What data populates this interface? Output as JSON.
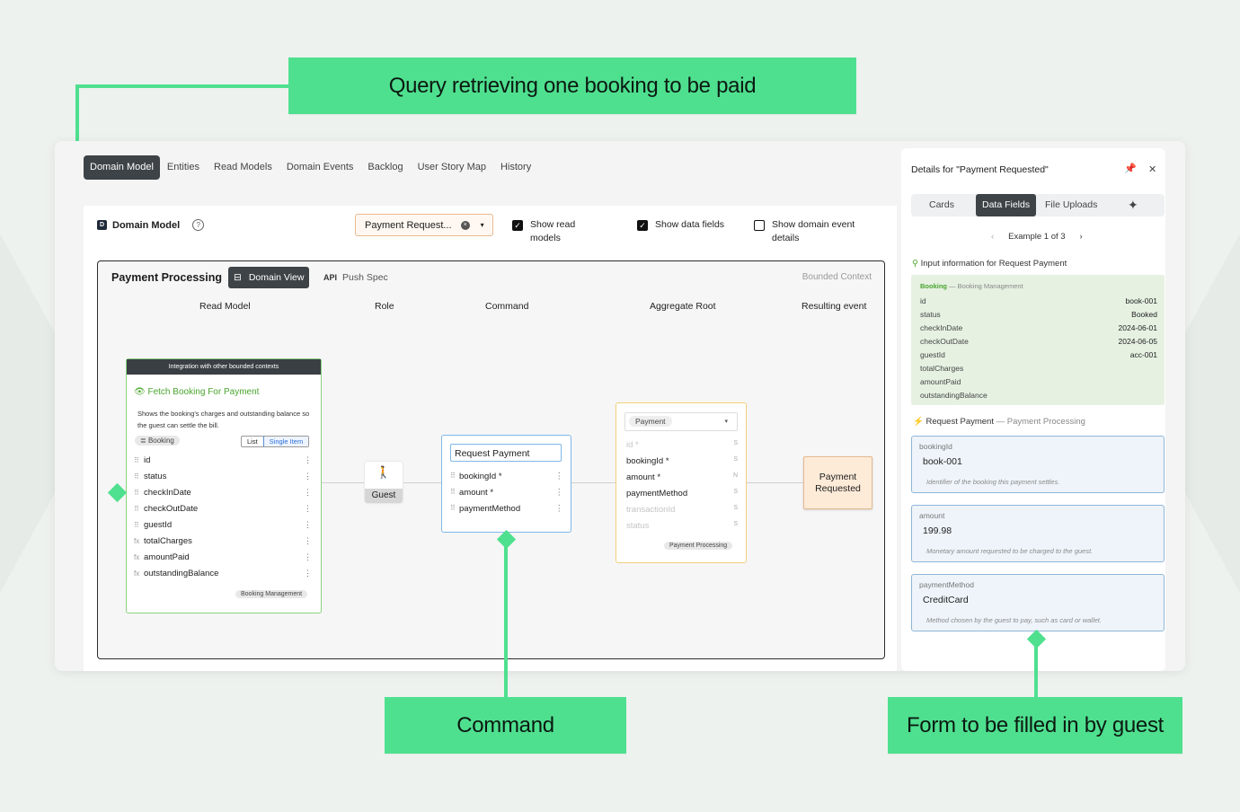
{
  "callouts": {
    "query": "Query retrieving one booking to be paid",
    "command": "Command",
    "form": "Form to be filled in by guest"
  },
  "topTabs": [
    "Domain Model",
    "Entities",
    "Read Models",
    "Domain Events",
    "Backlog",
    "User Story Map",
    "History"
  ],
  "header": {
    "badge": "D",
    "title": "Domain Model",
    "help": "?",
    "select": "Payment Request...",
    "select_clear": "×",
    "select_caret": "▾",
    "checks": [
      {
        "label": "Show read models",
        "checked": true
      },
      {
        "label": "Show data fields",
        "checked": true
      },
      {
        "label": "Show domain event details",
        "checked": false
      }
    ]
  },
  "canvas": {
    "title": "Payment Processing",
    "domainView": "Domain View",
    "apiTag": "API",
    "pushSpec": "Push Spec",
    "boundedContext": "Bounded Context",
    "columns": [
      "Read Model",
      "Role",
      "Command",
      "Aggregate Root",
      "Resulting event"
    ]
  },
  "readModel": {
    "banner": "Integration with other bounded contexts",
    "name": "Fetch Booking For Payment",
    "desc": "Shows the booking's charges and outstanding balance so the guest can settle the bill.",
    "entity": "Booking",
    "segList": "List",
    "segSingle": "Single Item",
    "fields": [
      {
        "h": "⠿",
        "n": "id"
      },
      {
        "h": "⠿",
        "n": "status"
      },
      {
        "h": "⠿",
        "n": "checkInDate"
      },
      {
        "h": "⠿",
        "n": "checkOutDate"
      },
      {
        "h": "⠿",
        "n": "guestId"
      },
      {
        "h": "fx",
        "n": "totalCharges"
      },
      {
        "h": "fx",
        "n": "amountPaid"
      },
      {
        "h": "fx",
        "n": "outstandingBalance"
      }
    ],
    "context": "Booking Management"
  },
  "role": {
    "icon": "🚶",
    "label": "Guest"
  },
  "command": {
    "name": "Request Payment",
    "fields": [
      "bookingId *",
      "amount *",
      "paymentMethod"
    ]
  },
  "aggregate": {
    "entity": "Payment",
    "caret": "▾",
    "fields": [
      {
        "n": "id *",
        "t": "S",
        "dim": true
      },
      {
        "n": "bookingId *",
        "t": "S",
        "dim": false
      },
      {
        "n": "amount *",
        "t": "N",
        "dim": false
      },
      {
        "n": "paymentMethod",
        "t": "S",
        "dim": false
      },
      {
        "n": "transactionId",
        "t": "S",
        "dim": true
      },
      {
        "n": "status",
        "t": "S",
        "dim": true
      }
    ],
    "context": "Payment Processing"
  },
  "event": {
    "name": "Payment Requested"
  },
  "side": {
    "title": "Details for \"Payment Requested\"",
    "pin": "📌",
    "close": "✕",
    "tabs": [
      "Cards",
      "Data Fields",
      "File Uploads"
    ],
    "ai": "✦",
    "example": "Example 1 of 3",
    "prev": "‹",
    "next": "›",
    "inputInfo": "Input information for Request Payment",
    "booking": {
      "title": "Booking",
      "sub": "— Booking Management",
      "rows": [
        {
          "k": "id",
          "v": "book-001"
        },
        {
          "k": "status",
          "v": "Booked"
        },
        {
          "k": "checkInDate",
          "v": "2024-06-01"
        },
        {
          "k": "checkOutDate",
          "v": "2024-06-05"
        },
        {
          "k": "guestId",
          "v": "acc-001"
        },
        {
          "k": "totalCharges",
          "v": ""
        },
        {
          "k": "amountPaid",
          "v": ""
        },
        {
          "k": "outstandingBalance",
          "v": ""
        }
      ]
    },
    "rp": {
      "name": "Request Payment",
      "sub": "— Payment Processing"
    },
    "form": [
      {
        "k": "bookingId",
        "v": "book-001",
        "d": "Identifier of the booking this payment settles."
      },
      {
        "k": "amount",
        "v": "199.98",
        "d": "Monetary amount requested to be charged to the guest."
      },
      {
        "k": "paymentMethod",
        "v": "CreditCard",
        "d": "Method chosen by the guest to pay, such as card or wallet."
      }
    ]
  }
}
